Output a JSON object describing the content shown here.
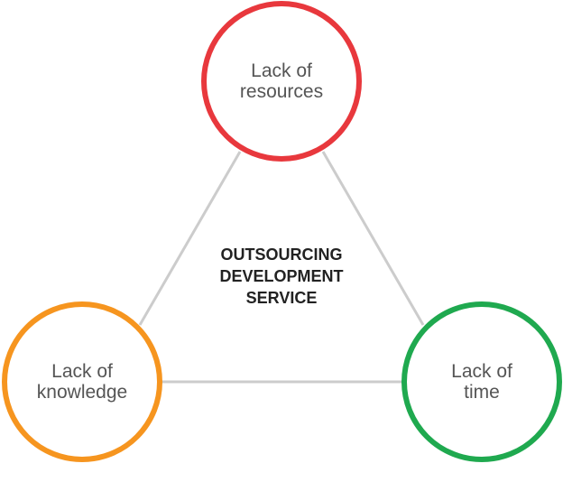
{
  "center": {
    "line1": "OUTSOURCING",
    "line2": "DEVELOPMENT",
    "line3": "SERVICE"
  },
  "nodes": {
    "top": {
      "line1": "Lack of",
      "line2": "resources",
      "color": "#e8383d"
    },
    "left": {
      "line1": "Lack of",
      "line2": "knowledge",
      "color": "#f6951f"
    },
    "right": {
      "line1": "Lack of",
      "line2": "time",
      "color": "#1fa94f"
    }
  },
  "connector_color": "#cccccc"
}
